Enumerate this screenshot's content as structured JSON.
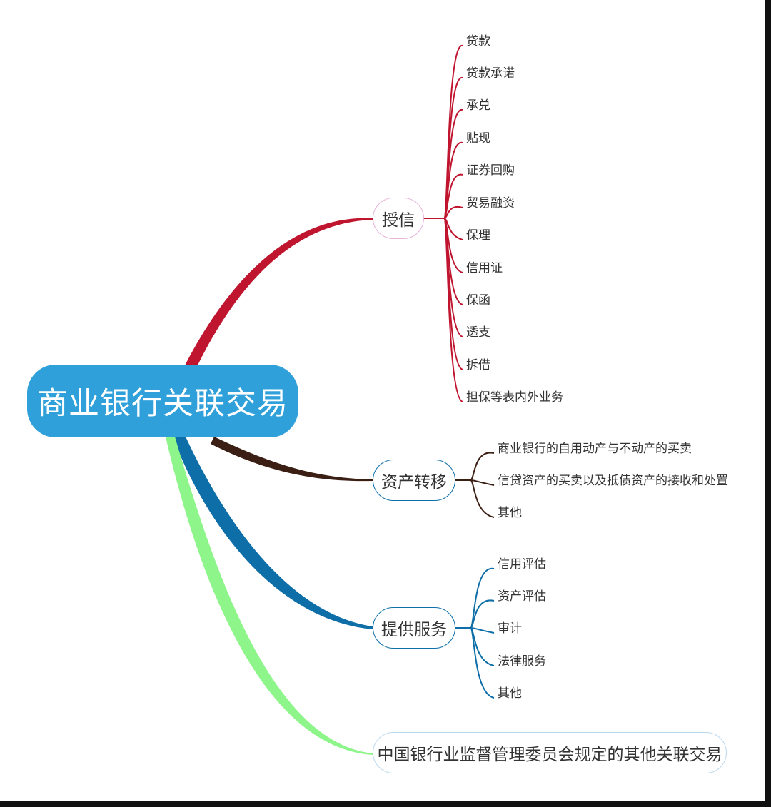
{
  "root": {
    "label": "商业银行关联交易"
  },
  "branches": [
    {
      "label": "授信",
      "color": "#c0152f",
      "items": [
        "贷款",
        "贷款承诺",
        "承兑",
        "贴现",
        "证券回购",
        "贸易融资",
        "保理",
        "信用证",
        "保函",
        "透支",
        "拆借",
        "担保等表内外业务"
      ]
    },
    {
      "label": "资产转移",
      "color": "#3b1f14",
      "items": [
        "商业银行的自用动产与不动产的买卖",
        "信贷资产的买卖以及抵债资产的接收和处置",
        "其他"
      ]
    },
    {
      "label": "提供服务",
      "color": "#0d6ea8",
      "items": [
        "信用评估",
        "资产评估",
        "审计",
        "法律服务",
        "其他"
      ]
    },
    {
      "label": "中国银行业监督管理委员会规定的其他关联交易",
      "color": "#8ef58a",
      "items": []
    }
  ]
}
